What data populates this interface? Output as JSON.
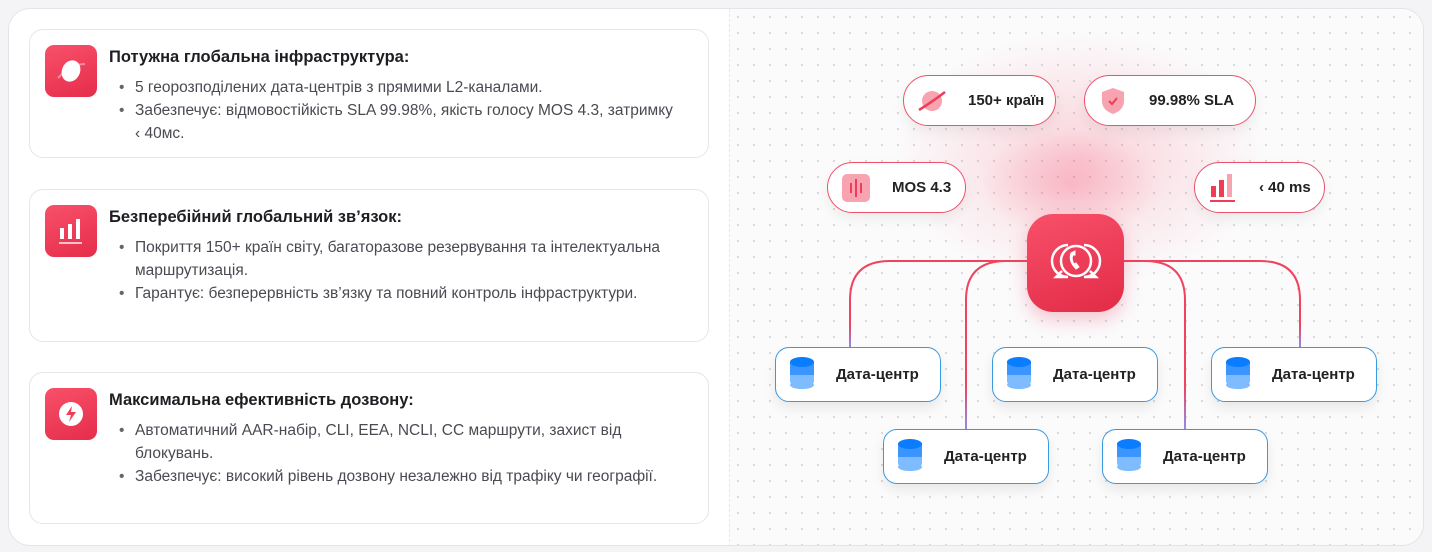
{
  "features": [
    {
      "title": "Потужна глобальна інфраструктура:",
      "icon": "planet-icon",
      "bullets": [
        "5 георозподілених дата-центрів з прямими L2-каналами.",
        "Забезпечує: відмовостійкість SLA 99.98%, якість голосу MOS 4.3, затримку ‹ 40мс."
      ]
    },
    {
      "title": "Безперебійний глобальний зв’язок:",
      "icon": "bar-chart-icon",
      "bullets": [
        "Покриття 150+ країн світу, багаторазове  резервування та інтелектуальна маршрутизація.",
        "Гарантує: безперервність зв’язку та повний контроль інфраструктури."
      ]
    },
    {
      "title": "Максимальна ефективність дозвону:",
      "icon": "lightning-icon",
      "bullets": [
        "Автоматичний AAR-набір, CLI, EEA, NCLI, CC маршрути, захист від блокувань.",
        "Забезпечує: високий рівень дозвону незалежно від трафіку чи географії."
      ]
    }
  ],
  "diagram": {
    "pills": {
      "countries": "150+ країн",
      "sla": "99.98% SLA",
      "mos": "MOS 4.3",
      "latency": "‹ 40 ms"
    },
    "datacenters": [
      "Дата-центр",
      "Дата-центр",
      "Дата-центр",
      "Дата-центр",
      "Дата-центр"
    ],
    "colors": {
      "accent": "#f0435e",
      "datacenter_border": "#3a9ae0",
      "datacenter_icon": "#0a7cff"
    }
  }
}
